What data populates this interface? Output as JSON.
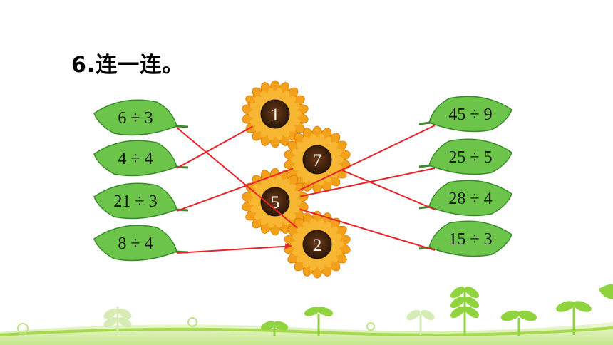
{
  "title": "6.连一连。",
  "left_expressions": [
    "6 ÷ 3",
    "4 ÷ 4",
    "21 ÷ 3",
    "8 ÷ 4"
  ],
  "right_expressions": [
    "45 ÷ 9",
    "25 ÷ 5",
    "28 ÷ 4",
    "15 ÷ 3"
  ],
  "flowers": [
    "1",
    "7",
    "5",
    "2"
  ],
  "connections": [
    {
      "expression": "6 ÷ 3",
      "flower": "2"
    },
    {
      "expression": "4 ÷ 4",
      "flower": "1"
    },
    {
      "expression": "21 ÷ 3",
      "flower": "7"
    },
    {
      "expression": "8 ÷ 4",
      "flower": "2"
    },
    {
      "expression": "45 ÷ 9",
      "flower": "5"
    },
    {
      "expression": "25 ÷ 5",
      "flower": "5"
    },
    {
      "expression": "28 ÷ 4",
      "flower": "7"
    },
    {
      "expression": "15 ÷ 3",
      "flower": "5"
    }
  ],
  "colors": {
    "leaf_fill": "#6cc54a",
    "leaf_stroke": "#3a8a2c",
    "line": "#e8232b",
    "petal": "#f3a01b",
    "flower_center": "#3e230f",
    "grass": "#a6d94e",
    "sprout": "#8fd33e"
  }
}
